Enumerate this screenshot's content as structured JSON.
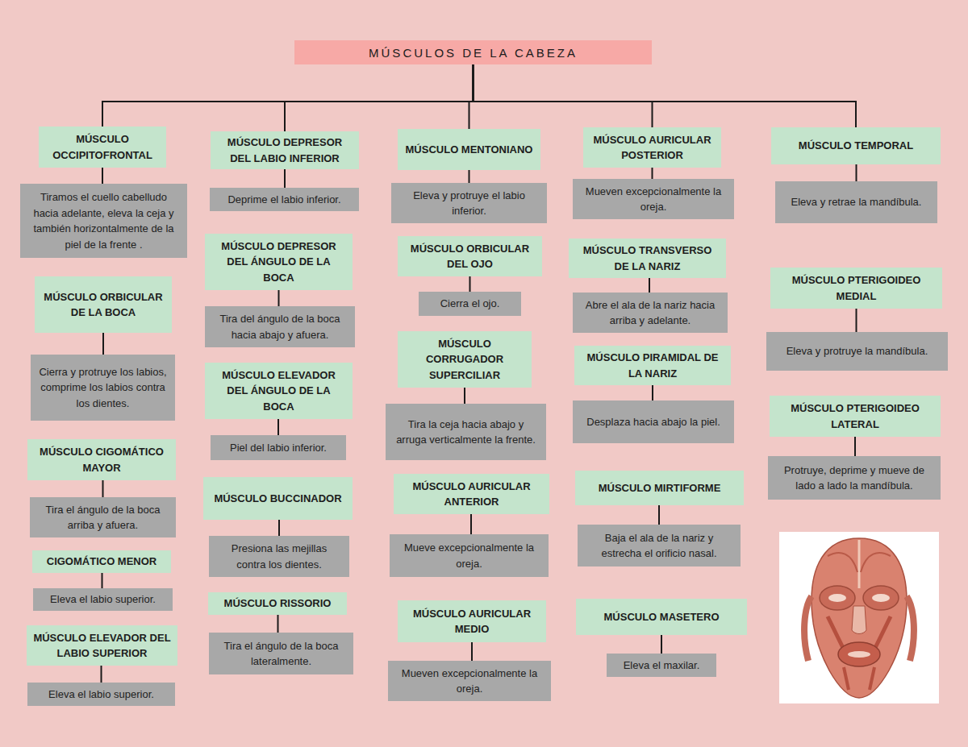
{
  "diagram": {
    "nodes": [
      {
        "text": [
          "MÚSCULOS DE LA CABEZA"
        ]
      },
      {
        "text": [
          "MÚSCULO OCCIPITOFRONTAL"
        ]
      },
      {
        "text": [
          "Tiramos el cuello cabelludo hacia adelante, eleva la ceja y también horizontalmente de la piel de la frente ."
        ]
      },
      {
        "text": [
          "MÚSCULO ORBICULAR DE LA BOCA"
        ]
      },
      {
        "text": [
          "Cierra y protruye los labios, comprime los labios contra los dientes."
        ]
      },
      {
        "text": [
          "MÚSCULO CIGOMÁTICO MAYOR"
        ]
      },
      {
        "text": [
          "Tira el ángulo de la boca arriba y afuera."
        ]
      },
      {
        "text": [
          "CIGOMÁTICO MENOR"
        ]
      },
      {
        "text": [
          "Eleva el labio superior."
        ]
      },
      {
        "text": [
          "MÚSCULO ELEVADOR DEL LABIO SUPERIOR"
        ]
      },
      {
        "text": [
          "Eleva el labio superior."
        ]
      },
      {
        "text": [
          "MÚSCULO DEPRESOR DEL LABIO INFERIOR"
        ]
      },
      {
        "text": [
          "Deprime el labio inferior."
        ]
      },
      {
        "text": [
          "MÚSCULO DEPRESOR DEL ÁNGULO DE LA BOCA"
        ]
      },
      {
        "text": [
          "Tira del ángulo de la boca hacia abajo y afuera."
        ]
      },
      {
        "text": [
          "MÚSCULO ELEVADOR DEL ÁNGULO DE LA BOCA"
        ]
      },
      {
        "text": [
          "Piel del labio inferior."
        ]
      },
      {
        "text": [
          "MÚSCULO BUCCINADOR"
        ]
      },
      {
        "text": [
          "Presiona las mejillas contra los dientes."
        ]
      },
      {
        "text": [
          "MÚSCULO RISSORIO"
        ]
      },
      {
        "text": [
          "Tira el ángulo de la boca lateralmente."
        ]
      },
      {
        "text": [
          "MÚSCULO MENTONIANO"
        ]
      },
      {
        "text": [
          "Eleva y protruye el labio inferior."
        ]
      },
      {
        "text": [
          "MÚSCULO ORBICULAR DEL OJO"
        ]
      },
      {
        "text": [
          "Cierra el ojo."
        ]
      },
      {
        "text": [
          "MÚSCULO CORRUGADOR SUPERCILIAR"
        ]
      },
      {
        "text": [
          "Tira la ceja hacia abajo y arruga verticalmente la frente."
        ]
      },
      {
        "text": [
          "MÚSCULO AURICULAR ANTERIOR"
        ]
      },
      {
        "text": [
          "Mueve excepcionalmente la oreja."
        ]
      },
      {
        "text": [
          "MÚSCULO AURICULAR MEDIO"
        ]
      },
      {
        "text": [
          "Mueven excepcionalmente la oreja."
        ]
      },
      {
        "text": [
          "MÚSCULO AURICULAR POSTERIOR"
        ]
      },
      {
        "text": [
          "Mueven excepcionalmente la oreja."
        ]
      },
      {
        "text": [
          "MÚSCULO TRANSVERSO DE LA NARIZ"
        ]
      },
      {
        "text": [
          "Abre el ala de la nariz hacia arriba y adelante."
        ]
      },
      {
        "text": [
          "MÚSCULO PIRAMIDAL DE LA NARIZ"
        ]
      },
      {
        "text": [
          "Desplaza hacia abajo la piel."
        ]
      },
      {
        "text": [
          "MÚSCULO MIRTIFORME"
        ]
      },
      {
        "text": [
          "Baja el ala de la nariz y estrecha el orificio nasal."
        ]
      },
      {
        "text": [
          "MÚSCULO MASETERO"
        ]
      },
      {
        "text": [
          "Eleva el maxilar."
        ]
      },
      {
        "text": [
          "MÚSCULO TEMPORAL"
        ]
      },
      {
        "text": [
          "Eleva y retrae la mandíbula."
        ]
      },
      {
        "text": [
          "MÚSCULO PTERIGOIDEO MEDIAL"
        ]
      },
      {
        "text": [
          "Eleva y protruye la mandíbula."
        ]
      },
      {
        "text": [
          "MÚSCULO PTERIGOIDEO LATERAL"
        ]
      },
      {
        "text": [
          "Protruye, deprime y mueve de lado a lado la mandíbula."
        ]
      }
    ],
    "edges": [
      {
        "from": 0,
        "to": 1,
        "arrow": "none"
      },
      {
        "from": 0,
        "to": 11,
        "arrow": "none"
      },
      {
        "from": 0,
        "to": 21,
        "arrow": "none"
      },
      {
        "from": 0,
        "to": 31,
        "arrow": "none"
      },
      {
        "from": 0,
        "to": 41,
        "arrow": "none"
      },
      {
        "from": 1,
        "to": 2,
        "arrow": "none"
      },
      {
        "from": 3,
        "to": 4,
        "arrow": "none"
      },
      {
        "from": 5,
        "to": 6,
        "arrow": "none"
      },
      {
        "from": 7,
        "to": 8,
        "arrow": "none"
      },
      {
        "from": 9,
        "to": 10,
        "arrow": "none"
      },
      {
        "from": 11,
        "to": 12,
        "arrow": "none"
      },
      {
        "from": 13,
        "to": 14,
        "arrow": "none"
      },
      {
        "from": 15,
        "to": 16,
        "arrow": "none"
      },
      {
        "from": 17,
        "to": 18,
        "arrow": "none"
      },
      {
        "from": 19,
        "to": 20,
        "arrow": "none"
      },
      {
        "from": 21,
        "to": 22,
        "arrow": "none"
      },
      {
        "from": 23,
        "to": 24,
        "arrow": "none"
      },
      {
        "from": 25,
        "to": 26,
        "arrow": "none"
      },
      {
        "from": 27,
        "to": 28,
        "arrow": "none"
      },
      {
        "from": 29,
        "to": 30,
        "arrow": "none"
      },
      {
        "from": 31,
        "to": 32,
        "arrow": "none"
      },
      {
        "from": 33,
        "to": 34,
        "arrow": "none"
      },
      {
        "from": 35,
        "to": 36,
        "arrow": "none"
      },
      {
        "from": 37,
        "to": 38,
        "arrow": "none"
      },
      {
        "from": 39,
        "to": 40,
        "arrow": "none"
      },
      {
        "from": 41,
        "to": 42,
        "arrow": "none"
      },
      {
        "from": 43,
        "to": 44,
        "arrow": "none"
      },
      {
        "from": 45,
        "to": 46,
        "arrow": "none"
      }
    ]
  }
}
